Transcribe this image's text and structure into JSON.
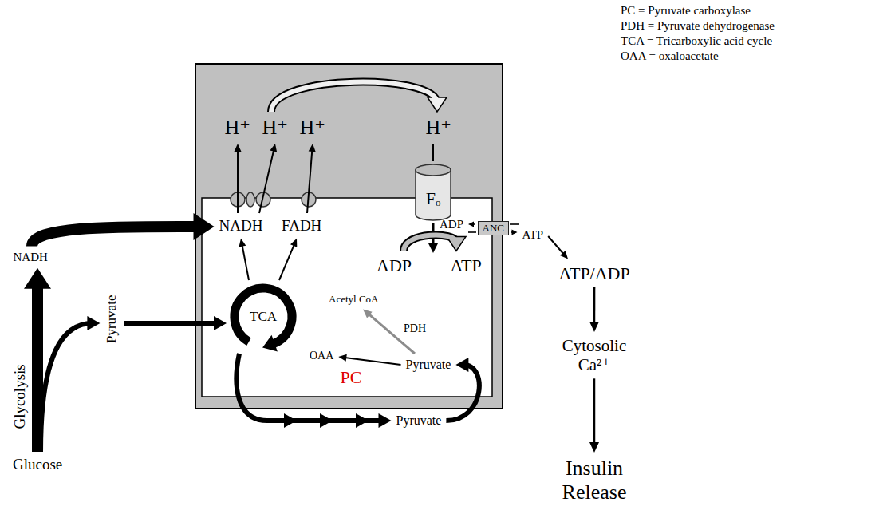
{
  "diagram": {
    "nodes": [
      {
        "text": [
          "H⁺"
        ]
      },
      {
        "text": [
          "H⁺"
        ]
      },
      {
        "text": [
          "H⁺"
        ]
      },
      {
        "text": [
          "H⁺"
        ]
      },
      {
        "text": [
          "Fₒ"
        ]
      },
      {
        "text": [
          "NADH"
        ]
      },
      {
        "text": [
          "FADH"
        ]
      },
      {
        "text": [
          "ADP"
        ]
      },
      {
        "text": [
          "ATP"
        ]
      },
      {
        "text": [
          "ADP"
        ]
      },
      {
        "text": [
          "ANC"
        ]
      },
      {
        "text": [
          "ATP"
        ]
      },
      {
        "text": [
          "ATP/ADP"
        ]
      },
      {
        "text": [
          "Cytosolic Ca²⁺"
        ]
      },
      {
        "text": [
          "Insulin Release"
        ]
      },
      {
        "text": [
          "TCA"
        ]
      },
      {
        "text": [
          "Acetyl CoA"
        ]
      },
      {
        "text": [
          "OAA"
        ]
      },
      {
        "text": [
          "Pyruvate"
        ]
      },
      {
        "text": [
          "NADH"
        ]
      },
      {
        "text": [
          "Pyruvate"
        ]
      },
      {
        "text": [
          "Glucose"
        ]
      },
      {
        "text": [
          "Pyruvate"
        ]
      }
    ],
    "edges": [
      {
        "from": 21,
        "to": 19,
        "arrow": "to",
        "label": "Glycolysis"
      },
      {
        "from": 21,
        "to": 20,
        "arrow": "to"
      },
      {
        "from": 20,
        "to": 15,
        "arrow": "to"
      },
      {
        "from": 19,
        "to": 5,
        "arrow": "to"
      },
      {
        "from": 5,
        "to": 0,
        "arrow": "to"
      },
      {
        "from": 5,
        "to": 1,
        "arrow": "to"
      },
      {
        "from": 6,
        "to": 2,
        "arrow": "to"
      },
      {
        "from": 1,
        "to": 3,
        "arrow": "to"
      },
      {
        "from": 3,
        "to": 4,
        "arrow": "none"
      },
      {
        "from": 7,
        "to": 8,
        "arrow": "to"
      },
      {
        "from": 10,
        "to": 9,
        "arrow": "to"
      },
      {
        "from": 10,
        "to": 11,
        "arrow": "to"
      },
      {
        "from": 11,
        "to": 12,
        "arrow": "to"
      },
      {
        "from": 12,
        "to": 13,
        "arrow": "to"
      },
      {
        "from": 13,
        "to": 14,
        "arrow": "to"
      },
      {
        "from": 18,
        "to": 16,
        "arrow": "to",
        "label": "PDH"
      },
      {
        "from": 18,
        "to": 17,
        "arrow": "to",
        "label": "PC"
      },
      {
        "from": 15,
        "to": 22,
        "arrow": "to"
      },
      {
        "from": 22,
        "to": 18,
        "arrow": "to"
      },
      {
        "from": 15,
        "to": 5,
        "arrow": "to"
      },
      {
        "from": 15,
        "to": 6,
        "arrow": "to"
      }
    ],
    "labels": [
      "PC = Pyruvate carboxylase",
      "PDH = Pyruvate dehydrogenase",
      "TCA = Tricarboxylic acid cycle",
      "OAA = oxaloacetate"
    ]
  }
}
